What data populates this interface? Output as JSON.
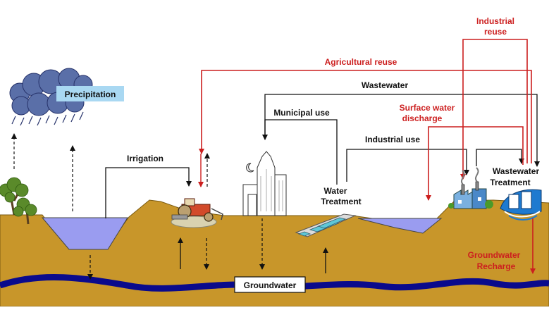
{
  "labels": {
    "precipitation": "Precipitation",
    "irrigation": "Irrigation",
    "municipal_use": "Municipal use",
    "water_treatment_line1": "Water",
    "water_treatment_line2": "Treatment",
    "industrial_use": "Industrial use",
    "wastewater": "Wastewater",
    "wastewater_treatment_line1": "Wastewater",
    "wastewater_treatment_line2": "Treatment",
    "agricultural_reuse": "Agricultural reuse",
    "industrial_reuse_line1": "Industrial",
    "industrial_reuse_line2": "reuse",
    "surface_water_discharge_line1": "Surface water",
    "surface_water_discharge_line2": "discharge",
    "groundwater_recharge_line1": "Groundwater",
    "groundwater_recharge_line2": "Recharge",
    "groundwater": "Groundwater"
  },
  "colors": {
    "soil": "#c8962a",
    "soil_dark": "#a8781a",
    "water_surface": "#9a9cf0",
    "aquifer": "#0a0a8c",
    "reuse_flow": "#cc1f1f",
    "use_flow": "#111111",
    "precipitation_box": "#a9d8f2",
    "cloud": "#5a6fa8"
  },
  "icons": {
    "cloud": "rain-cloud-icon",
    "tree": "tree-icon",
    "tractor": "tractor-icon",
    "city": "city-skyline-icon",
    "water_plant": "water-treatment-plant-icon",
    "factory": "factory-icon",
    "wastewater_plant": "wastewater-treatment-plant-icon"
  }
}
